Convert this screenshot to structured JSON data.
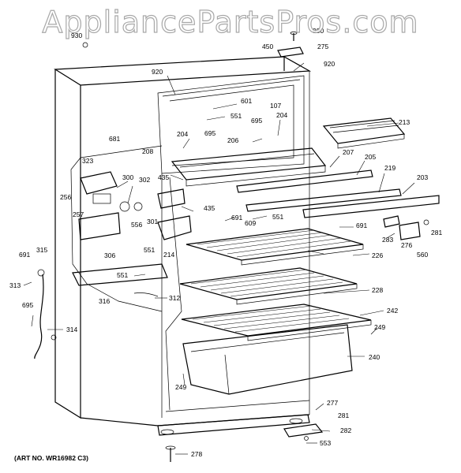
{
  "watermark": "AppliancePartsPros.com",
  "art_number": "(ART NO. WR16982 C3)",
  "part_labels": {
    "p1": "930",
    "p2": "450",
    "p3": "920",
    "p4": "920",
    "p5": "275",
    "p6": "930",
    "p7": "601",
    "p8": "551",
    "p9": "107",
    "p10": "695",
    "p11": "204",
    "p12": "204",
    "p13": "695",
    "p14": "206",
    "p15": "213",
    "p16": "681",
    "p17": "208",
    "p18": "207",
    "p19": "205",
    "p20": "219",
    "p21": "203",
    "p22": "323",
    "p23": "300",
    "p24": "302",
    "p25": "435",
    "p26": "256",
    "p27": "435",
    "p28": "551",
    "p29": "691",
    "p30": "609",
    "p31": "691",
    "p32": "257",
    "p33": "301",
    "p34": "556",
    "p35": "283",
    "p36": "276",
    "p37": "281",
    "p38": "315",
    "p39": "306",
    "p40": "551",
    "p41": "214",
    "p42": "226",
    "p43": "560",
    "p44": "691",
    "p45": "313",
    "p46": "551",
    "p47": "228",
    "p48": "316",
    "p49": "312",
    "p50": "695",
    "p51": "242",
    "p52": "314",
    "p53": "249",
    "p54": "240",
    "p55": "249",
    "p56": "277",
    "p57": "281",
    "p58": "282",
    "p59": "553",
    "p60": "278"
  }
}
